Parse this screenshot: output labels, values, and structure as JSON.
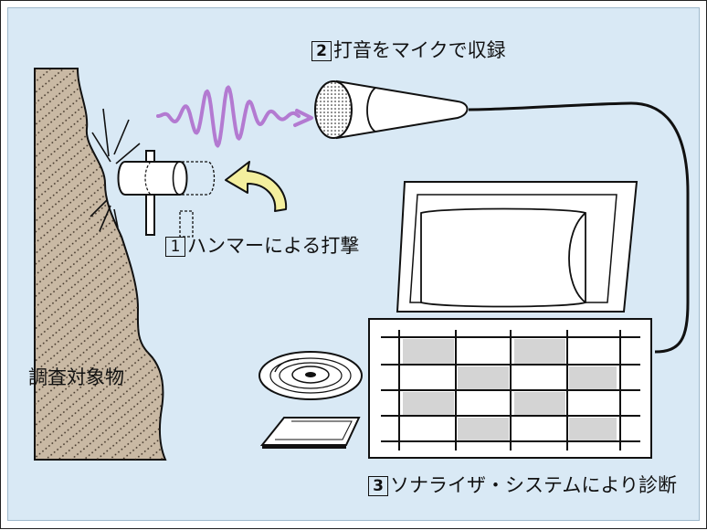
{
  "labels": {
    "step1_number": "1",
    "step1_text": "ハンマーによる打撃",
    "step2_number": "2",
    "step2_text": "打音をマイクで収録",
    "step3_number": "3",
    "step3_text": "ソナライザ・システムにより診断",
    "target": "調査対象物"
  },
  "colors": {
    "background": "#d9e9f5",
    "wall": "#c9b9a4",
    "soundwave": "#b37ad1",
    "arrow": "#f4ef9e",
    "grid_fill": "#d4d4d4"
  },
  "icons": {
    "hammer": "hammer-icon",
    "microphone": "microphone-icon",
    "computer": "computer-icon",
    "disc": "disc-icon",
    "floppy": "floppy-disk-icon"
  }
}
